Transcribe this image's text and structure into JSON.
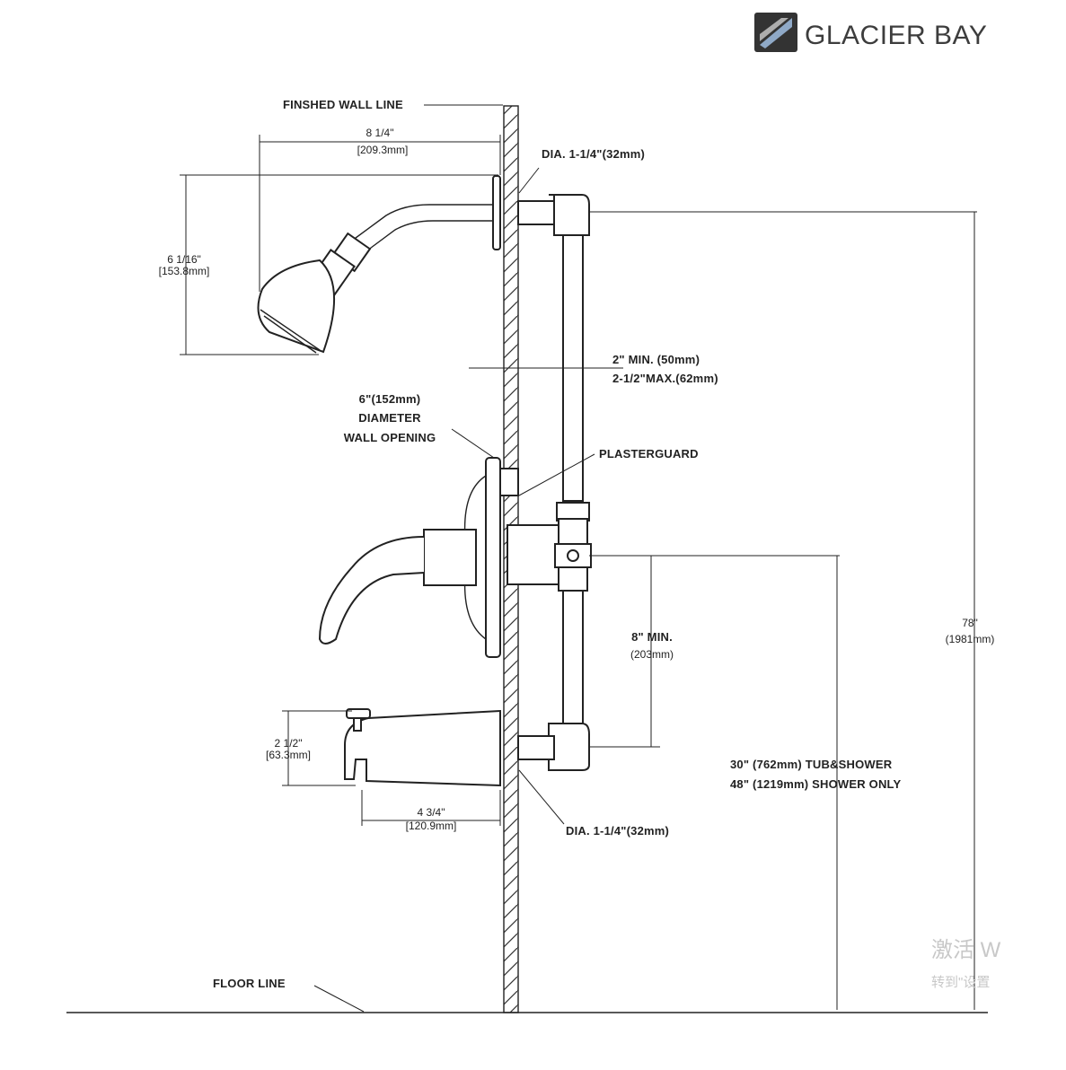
{
  "brand": {
    "name": "GLACIER BAY"
  },
  "labels": {
    "finished_wall_line": "FINSHED WALL LINE",
    "arm_length": "8 1/4\"",
    "arm_length_mm": "[209.3mm]",
    "dia_top": "DIA. 1-1/4\"(32mm)",
    "head_height": "6 1/16\"",
    "head_height_mm": "[153.8mm]",
    "depth_min": "2\" MIN. (50mm)",
    "depth_max": "2-1/2\"MAX.(62mm)",
    "opening_line1": "6\"(152mm)",
    "opening_line2": "DIAMETER",
    "opening_line3": "WALL OPENING",
    "plasterguard": "PLASTERGUARD",
    "overall_height": "78\"",
    "overall_height_mm": "(1981mm)",
    "valve_spout_gap": "8\" MIN.",
    "valve_spout_gap_mm": "(203mm)",
    "spout_height": "2 1/2\"",
    "spout_height_mm": "[63.3mm]",
    "tub_shower": "30\" (762mm) TUB&SHOWER",
    "shower_only": "48\" (1219mm) SHOWER ONLY",
    "spout_length": "4 3/4\"",
    "spout_length_mm": "[120.9mm]",
    "dia_bottom": "DIA. 1-1/4\"(32mm)",
    "floor_line": "FLOOR LINE"
  },
  "watermark": {
    "line1": "激活 W",
    "line2": "转到\"设置"
  }
}
